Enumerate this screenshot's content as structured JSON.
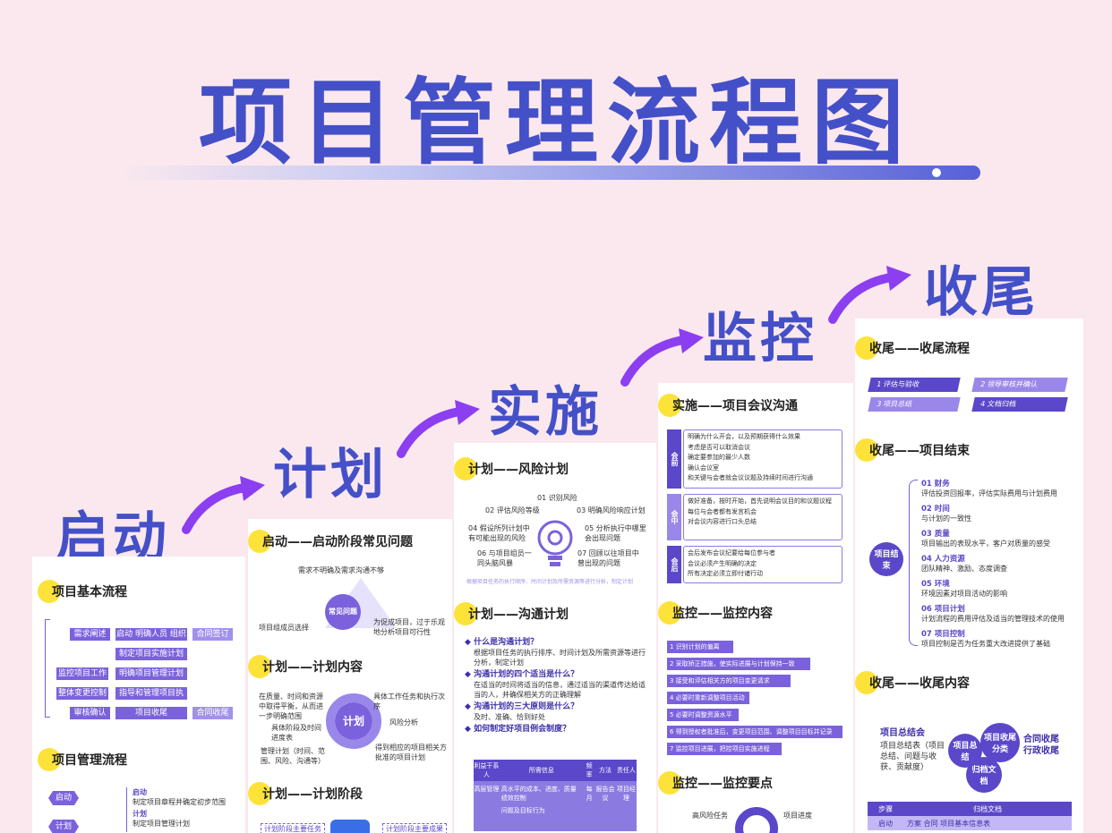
{
  "title": "项目管理流程图",
  "stages": [
    "启动",
    "计划",
    "实施",
    "监控",
    "收尾"
  ],
  "colors": {
    "accent": "#4450c8",
    "purple": "#7b62dc",
    "yellow": "#fde23a",
    "bg": "#fbe8ee"
  },
  "card1": {
    "s1": "项目基本流程",
    "flow": [
      "需求阐述",
      "启动 明确人员 组织",
      "合同签订",
      "制定项目实施计划",
      "监控项目工作",
      "明确项目管理计划",
      "整体变更控制",
      "指导和管理项目执行",
      "审核确认",
      "项目收尾",
      "合同收尾"
    ],
    "s2": "项目管理流程",
    "mini": [
      "启动",
      "计划"
    ],
    "mini_desc": [
      "启动",
      "制定项目章程并确定初步范围",
      "计划",
      "制定项目管理计划"
    ]
  },
  "card2": {
    "s1": "启动——启动阶段常见问题",
    "center": "常见问题",
    "q": [
      "需求不明确及需求沟通不够",
      "项目组成员选择",
      "为促成项目，过于乐观地分析项目可行性"
    ],
    "s2": "计划——计划内容",
    "center2": "计划",
    "items": [
      "在质量、时间和资源中取得平衡，从而进一步明确范围",
      "具体工作任务和执行次序",
      "具体阶段及时间进度表",
      "风险分析",
      "管理计划（时间、范围、风险、沟通等）",
      "得到相应的项目相关方批准的项目计划"
    ],
    "s3": "计划——计划阶段",
    "tags": [
      "计划阶段主要任务",
      "计划阶段主要成果"
    ]
  },
  "card3": {
    "s1": "计划——风险计划",
    "risks": [
      "01 识别风险",
      "02 评估风险等级",
      "03 明确风险响应计划",
      "04 假设所列计划中有可能出现的风险",
      "05 分析执行中哪里会出现问题",
      "06 与项目组员一同头脑风暴",
      "07 回顾以往项目中曾出现的问题"
    ],
    "note": "根据项目任务的执行顺序、时间计划及所需资源等进行分析，制定计划",
    "s2": "计划——沟通计划",
    "qa": [
      {
        "q": "什么是沟通计划？",
        "a": "根据项目任务的执行排序、时间计划及所需资源等进行分析，制定计划"
      },
      {
        "q": "沟通计划的四个适当是什么？",
        "a": "在适当的时间将适当的信息，通过适当的渠道传达给适当的人，并确保相关方的正确理解"
      },
      {
        "q": "沟通计划的三大原则是什么？",
        "a": "及时、准确、恰到好处"
      },
      {
        "q": "如何制定好项目例会制度？",
        "a": ""
      }
    ],
    "table_head": [
      "利益干系人",
      "所需信息",
      "频率",
      "方法",
      "责任人"
    ],
    "table_row": [
      "高层管理",
      "高水平的成本、进度、质量绩效控制",
      "每月",
      "报告会议",
      "项目经理"
    ],
    "table_row2": "问题及目标行为"
  },
  "card4": {
    "s1": "实施——项目会议沟通",
    "groups": [
      {
        "tag": "会前",
        "items": [
          "明确为什么开会，以及预期获得什么效果",
          "考虑是否可以取消会议",
          "确定要参加的最少人数",
          "确认会议室",
          "和关键与会者就会议议题及持续时间进行沟通"
        ]
      },
      {
        "tag": "会中",
        "items": [
          "做好准备，按时开始，首先说明会议目的和议题议程",
          "每位与会者都有发言机会",
          "对会议内容进行口头总结"
        ]
      },
      {
        "tag": "会后",
        "items": [
          "会后发布会议纪要给每位参与者",
          "会议必须产生明确的决定",
          "所有决定必须立即付诸行动"
        ]
      }
    ],
    "s2": "监控——监控内容",
    "steps": [
      "1 识别计划的偏离",
      "2 采取矫正措施，使实际进展与计划保持一致",
      "3 接受和评估相关方的项目变更请求",
      "4 必要时重新调整项目活动",
      "5 必要时调整资源水平",
      "6 得到授权者批准后，变更项目范围、调整项目目标并记录",
      "7 监控项目进展，把控项目实施进程"
    ],
    "s3": "监控——监控要点",
    "points": [
      "高风险任务",
      "项目进度"
    ]
  },
  "card5": {
    "s1": "收尾——收尾流程",
    "flow": [
      "1 评估与验收",
      "2 领导审核并确认",
      "3 项目总结",
      "4 文档归档"
    ],
    "s2": "收尾——项目结束",
    "center": "项目结束",
    "items": [
      {
        "t": "01 财务",
        "d": "评估投资回报率，评估实际费用与计划费用"
      },
      {
        "t": "02 时间",
        "d": "与计划的一致性"
      },
      {
        "t": "03 质量",
        "d": "项目输出的表现水平，客户对质量的感受"
      },
      {
        "t": "04 人力资源",
        "d": "团队精神、激励、态度调查"
      },
      {
        "t": "05 环境",
        "d": "环境因素对项目活动的影响"
      },
      {
        "t": "06 项目计划",
        "d": "计划流程的费用评估及适当的管理技术的使用"
      },
      {
        "t": "07 项目控制",
        "d": "项目控制是否为任务重大改进提供了基础"
      }
    ],
    "s3": "收尾——收尾内容",
    "summary_title": "项目总结会",
    "summary_desc": "项目总结表（项目总结、问题与收获、贡献度）",
    "bubbles": [
      "项目总结",
      "项目收尾分类",
      "归档文档"
    ],
    "right_text": [
      "合同收尾",
      "行政收尾"
    ],
    "table_head": [
      "步骤",
      "归档文档"
    ],
    "table_row": [
      "启动",
      "方案 合同 项目基本信息表"
    ]
  }
}
